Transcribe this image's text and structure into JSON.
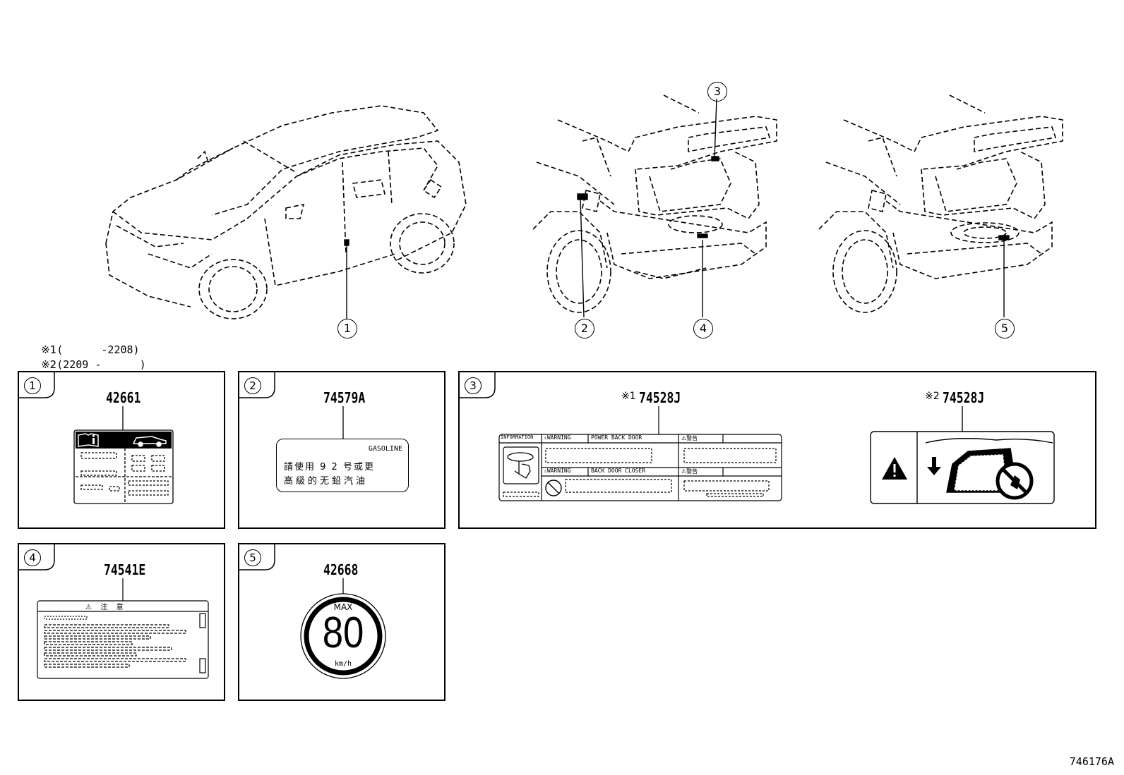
{
  "notes": [
    {
      "mark": "※1",
      "range": "(      -2208)"
    },
    {
      "mark": "※2",
      "range": "(2209 -      )"
    }
  ],
  "callouts": {
    "c1": "1",
    "c2": "2",
    "c3": "3",
    "c4": "4",
    "c5": "5"
  },
  "panels": {
    "p1": {
      "index": "1",
      "part_number": "42661"
    },
    "p2": {
      "index": "2",
      "part_number": "74579A",
      "fuel_word": "GASOLINE",
      "line1": "請使用 9 2 号或更",
      "line2": "高級的无鉛汽油"
    },
    "p3": {
      "index": "3",
      "variant1": {
        "note": "※1",
        "part_number": "74528J",
        "info_text": "INFORMATION",
        "warn1": "WARNING",
        "warn1_text": "POWER BACK DOOR",
        "warn2": "WARNING",
        "warn2_text": "BACK DOOR CLOSER",
        "cn1": "警告",
        "cn2": "警告"
      },
      "variant2": {
        "note": "※2",
        "part_number": "74528J"
      }
    },
    "p4": {
      "index": "4",
      "part_number": "74541E",
      "header": "⚠  注  意"
    },
    "p5": {
      "index": "5",
      "part_number": "42668",
      "max": "MAX",
      "speed": "80",
      "unit": "km/h"
    }
  },
  "diagram_id": "746176A",
  "icons": [
    "book-info-icon",
    "car-icon",
    "warning-triangle-icon",
    "hand-touch-icon",
    "no-touch-icon",
    "down-arrow-icon",
    "prohibition-icon"
  ]
}
